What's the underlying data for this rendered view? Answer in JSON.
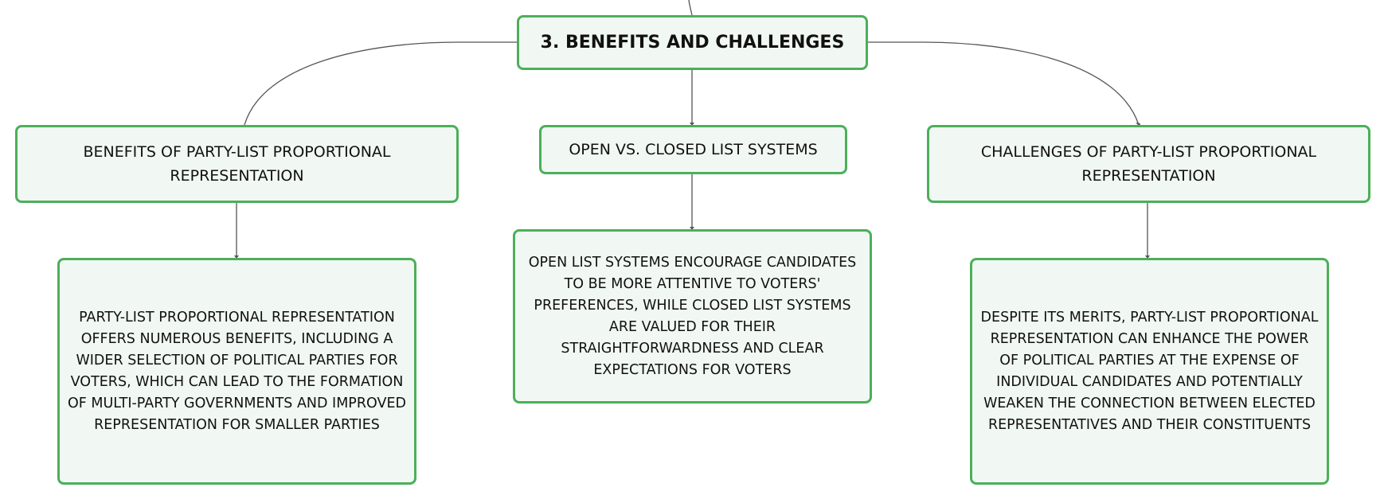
{
  "diagram": {
    "root": {
      "label": "3. BENEFITS AND CHALLENGES"
    },
    "branches": [
      {
        "label": "BENEFITS OF PARTY-LIST PROPORTIONAL REPRESENTATION",
        "detail": "PARTY-LIST PROPORTIONAL REPRESENTATION OFFERS NUMEROUS BENEFITS, INCLUDING A WIDER SELECTION OF POLITICAL PARTIES FOR VOTERS, WHICH CAN LEAD TO THE FORMATION OF MULTI-PARTY GOVERNMENTS AND IMPROVED REPRESENTATION FOR SMALLER PARTIES"
      },
      {
        "label": "OPEN VS. CLOSED LIST SYSTEMS",
        "detail": "OPEN LIST SYSTEMS ENCOURAGE CANDIDATES TO BE MORE ATTENTIVE TO VOTERS' PREFERENCES, WHILE CLOSED LIST SYSTEMS ARE VALUED FOR THEIR STRAIGHTFORWARDNESS AND CLEAR EXPECTATIONS FOR VOTERS"
      },
      {
        "label": "CHALLENGES OF PARTY-LIST PROPORTIONAL REPRESENTATION",
        "detail": "DESPITE ITS MERITS, PARTY-LIST PROPORTIONAL REPRESENTATION CAN ENHANCE THE POWER OF POLITICAL PARTIES AT THE EXPENSE OF INDIVIDUAL CANDIDATES AND POTENTIALLY WEAKEN THE CONNECTION BETWEEN ELECTED REPRESENTATIVES AND THEIR CONSTITUENTS"
      }
    ]
  },
  "colors": {
    "node_border": "#4caf5a",
    "node_fill": "#f1f8f3",
    "connector": "#555555"
  }
}
